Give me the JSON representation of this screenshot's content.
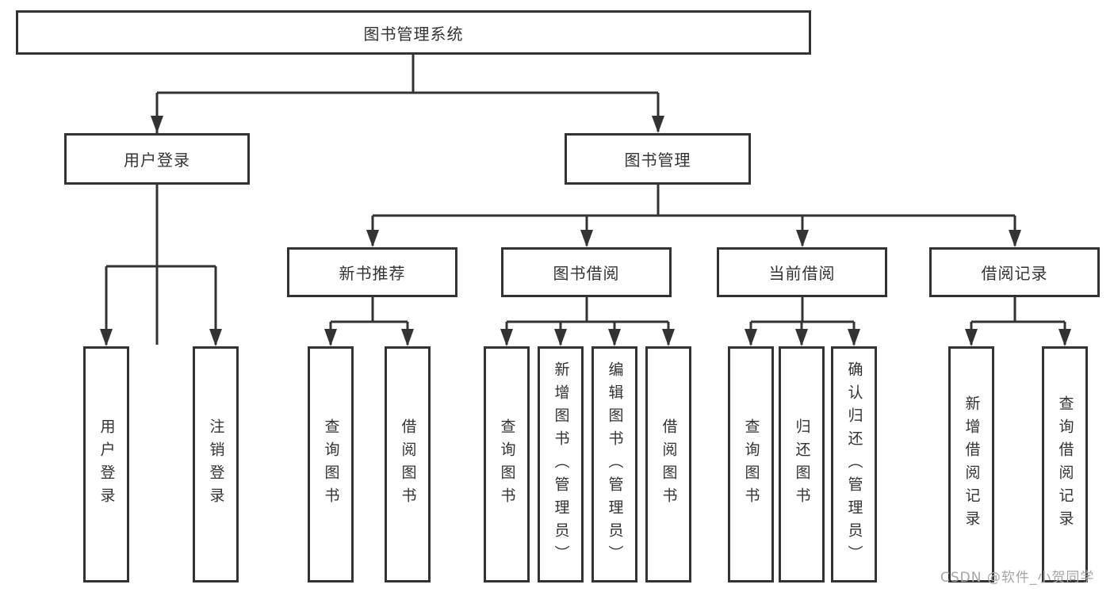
{
  "tree": {
    "label": "图书管理系统",
    "children": [
      {
        "label": "用户登录",
        "children": [
          {
            "label": "用户登录"
          },
          {
            "label": "注销登录"
          }
        ]
      },
      {
        "label": "图书管理",
        "children": [
          {
            "label": "新书推荐",
            "children": [
              {
                "label": "查询图书"
              },
              {
                "label": "借阅图书"
              }
            ]
          },
          {
            "label": "图书借阅",
            "children": [
              {
                "label": "查询图书"
              },
              {
                "label": "新增图书（管理员）"
              },
              {
                "label": "编辑图书（管理员）"
              },
              {
                "label": "借阅图书"
              }
            ]
          },
          {
            "label": "当前借阅",
            "children": [
              {
                "label": "查询图书"
              },
              {
                "label": "归还图书"
              },
              {
                "label": "确认归还（管理员）"
              }
            ]
          },
          {
            "label": "借阅记录",
            "children": [
              {
                "label": "新增借阅记录"
              },
              {
                "label": "查询借阅记录"
              }
            ]
          }
        ]
      }
    ]
  },
  "watermark": "CSDN @软件_小贺同学",
  "colors": {
    "line": "#333333",
    "text": "#333333",
    "box_background": "#ffffff",
    "watermark": "#a6a6a6"
  }
}
